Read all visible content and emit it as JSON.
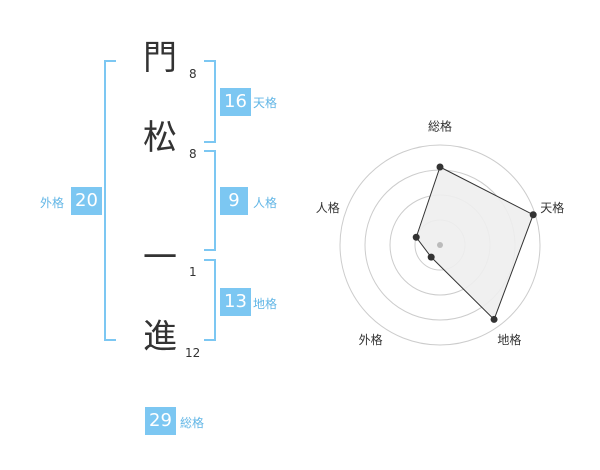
{
  "name": {
    "chars": [
      "門",
      "松",
      "一",
      "進"
    ],
    "strokes": [
      "8",
      "8",
      "1",
      "12"
    ]
  },
  "kaku": {
    "tenkaku": {
      "label": "天格",
      "value": "16"
    },
    "jinkaku": {
      "label": "人格",
      "value": "9"
    },
    "chikaku": {
      "label": "地格",
      "value": "13"
    },
    "gaikaku": {
      "label": "外格",
      "value": "20"
    },
    "soukaku": {
      "label": "総格",
      "value": "29"
    }
  },
  "chart_data": {
    "type": "radar",
    "axes": [
      "総格",
      "天格",
      "地格",
      "外格",
      "人格"
    ],
    "values": [
      0.78,
      0.98,
      0.92,
      0.15,
      0.25
    ],
    "rings": 4,
    "colors": {
      "fill": "#eeeeee",
      "line": "#333333",
      "grid": "#cccccc",
      "center": "#bbbbbb"
    }
  },
  "colors": {
    "accent": "#7cc7f2",
    "accent_text": "#62b6e6",
    "text": "#333333"
  }
}
